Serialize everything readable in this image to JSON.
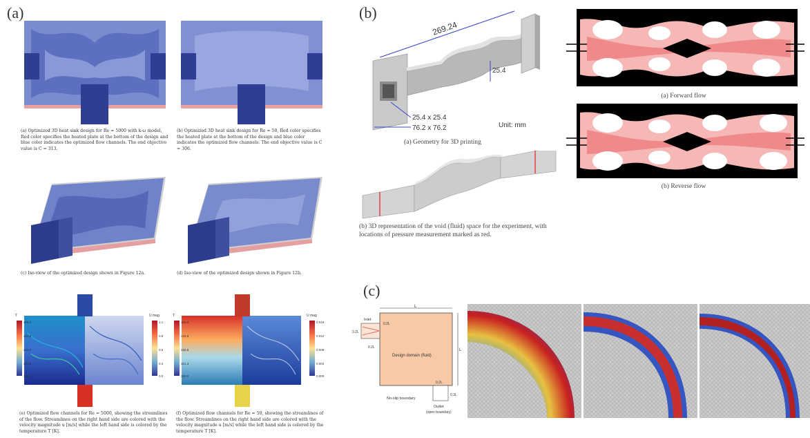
{
  "panels": {
    "a": {
      "label": "(a)"
    },
    "b": {
      "label": "(b)"
    },
    "c": {
      "label": "(c)"
    }
  },
  "panel_a": {
    "captions": {
      "a": "(a) Optimized 3D heat sink design for Re = 5000 with k-ω model, Red color specifies the heated plate at the bottom of the design and blue color indicates the optimized flow channels. The end objective value is C = 313.",
      "b": "(b) Optimized 3D heat sink design for Re = 50, Red color specifies the heated plate at the bottom of the design and blue color indicates the optimized flow channels. The end objective value is C = 306.",
      "c": "(c) Iso-view of the optimized design shown in Figure 12a.",
      "d": "(d) Iso-view of the optimized design shown in Figure 12b.",
      "e": "(e) Optimized flow channels for Re = 5000, showing the streamlines of the flow. Streamlines on the right hand side are colored with the velocity magnitude u [m/s] while the left hand side is colored by the temperature T [K].",
      "f": "(f) Optimized flow channels for Re = 50, showing the streamlines of the flow. Streamlines on the right hand side are colored with the velocity magnitude u [m/s] while the left hand side is colored by the temperature T [K]."
    },
    "colorbar_e": {
      "t_title": "T",
      "t_ticks": [
        "306.0",
        "304.5",
        "303.0",
        "301.5",
        "300.0"
      ],
      "u_title": "U mag",
      "u_ticks": [
        "1.1",
        "0.8",
        "0.6",
        "0.3",
        "0.0"
      ]
    },
    "colorbar_f": {
      "t_title": "T",
      "t_ticks": [
        "355.0",
        "343.8",
        "332.5",
        "321.3",
        "300.0"
      ],
      "u_title": "U mag",
      "u_ticks": [
        "0.016",
        "0.012",
        "0.008",
        "0.004",
        "0.000"
      ]
    }
  },
  "panel_b": {
    "dim_length": "269.24",
    "dim_height": "25.4",
    "dim_inner": "25.4 x 25.4",
    "dim_outer": "76.2 x 76.2",
    "unit": "Unit: mm",
    "caption_a": "(a) Geometry for 3D printing",
    "caption_b": "(b) 3D representation of the void (fluid) space for the experiment, with locations of pressure measurement marked as red.",
    "caption_forward": "(a)  Forward flow",
    "caption_reverse": "(b)  Reverse flow"
  },
  "panel_c": {
    "label_L_top": "L",
    "label_L_right": "L",
    "label_inlet": "Inlet",
    "label_02L_a": "0.2L",
    "label_02L_b": "0.2L",
    "label_02L_c": "0.2L",
    "label_02L_d": "0.2L",
    "label_03L": "0.3L",
    "label_design": "Design domain (fluid)",
    "label_noslip": "No-slip boundary",
    "label_outlet": "Outlet",
    "label_open": "(open boundary)"
  },
  "colors": {
    "heatsink_blue": "#6e7fc4",
    "heatsink_dark": "#2e3d8a",
    "flow_pink": "#f4a3a3",
    "design_domain": "#f7c9a6"
  }
}
